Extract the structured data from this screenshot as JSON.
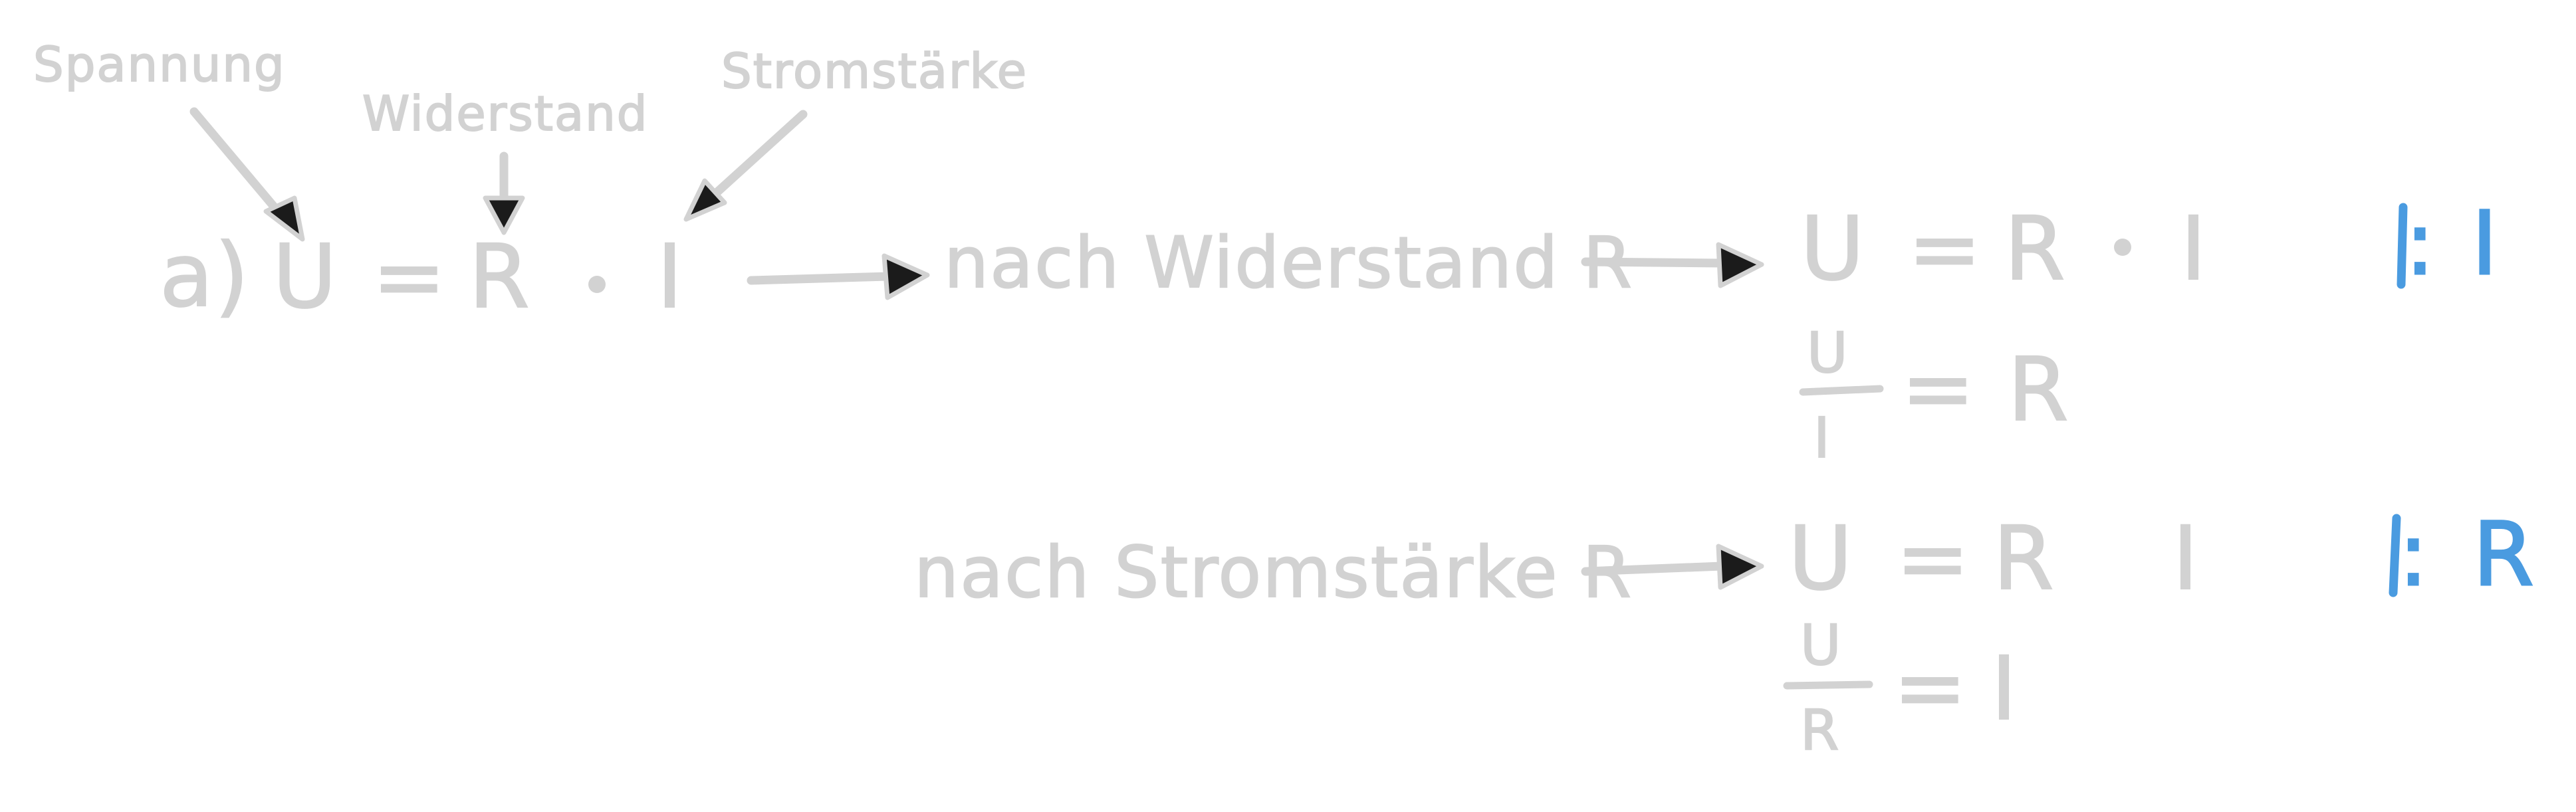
{
  "labels": {
    "voltage": "Spannung",
    "resistance": "Widerstand",
    "current": "Stromstärke"
  },
  "main_formula": {
    "prefix": "a)",
    "U": "U",
    "eq": "=",
    "R": "R",
    "I": "I"
  },
  "row1": {
    "label": "nach Widerstand R",
    "U": "U",
    "eq": "=",
    "R": "R",
    "I": "I",
    "op": ":",
    "divisor": "I",
    "result": {
      "num": "U",
      "den": "I",
      "eq": "=",
      "rhs": "R"
    }
  },
  "row2": {
    "label": "nach Stromstärke R",
    "U": "U",
    "eq": "=",
    "R": "R",
    "I": "I",
    "op": ":",
    "divisor": "R",
    "result": {
      "num": "U",
      "den": "R",
      "eq": "=",
      "rhs": "I"
    }
  },
  "colors": {
    "ink": "#d2d2d2",
    "arrowhead": "#1b1b1b",
    "accent": "#4a9be0"
  }
}
